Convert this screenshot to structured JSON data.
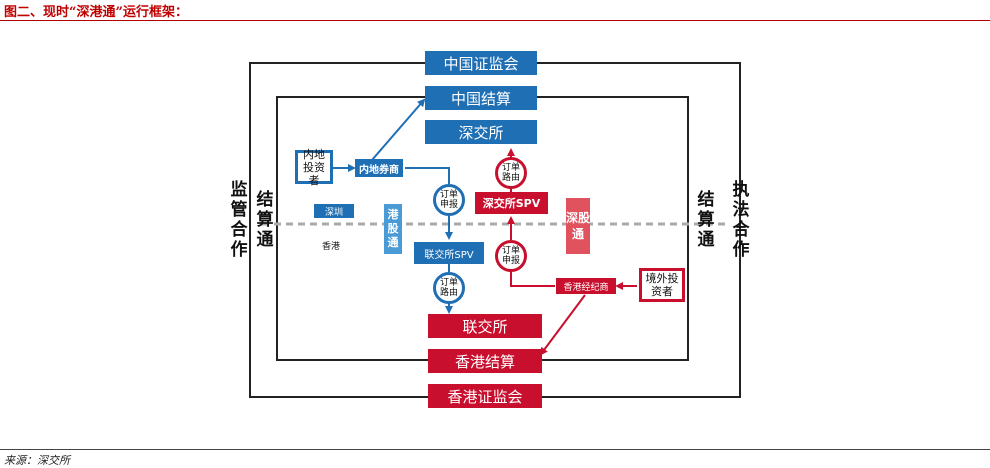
{
  "header": {
    "title": "图二、现时“深港通”运行框架："
  },
  "footer": {
    "source": "来源：深交所"
  },
  "diagram": {
    "csrc": "中国证监会",
    "chinaclear": "中国结算",
    "szse": "深交所",
    "mainland_investor": "内地投资者",
    "mainland_broker": "内地券商",
    "order_reporting": "订单申报",
    "order_routing": "订单路由",
    "sehk_spv": "联交所SPV",
    "szse_spv": "深交所SPV",
    "shenzhen_label": "深圳",
    "hongkong_label": "香港",
    "southbound": "港股通",
    "northbound": "深股通",
    "sehk": "联交所",
    "hk_broker": "香港经纪商",
    "overseas_investor": "境外投资者",
    "hkscc": "香港结算",
    "sfc": "香港证监会",
    "left_outer": "监管合作",
    "left_inner": "结算通",
    "right_inner": "结算通",
    "right_outer": "执法合作"
  }
}
